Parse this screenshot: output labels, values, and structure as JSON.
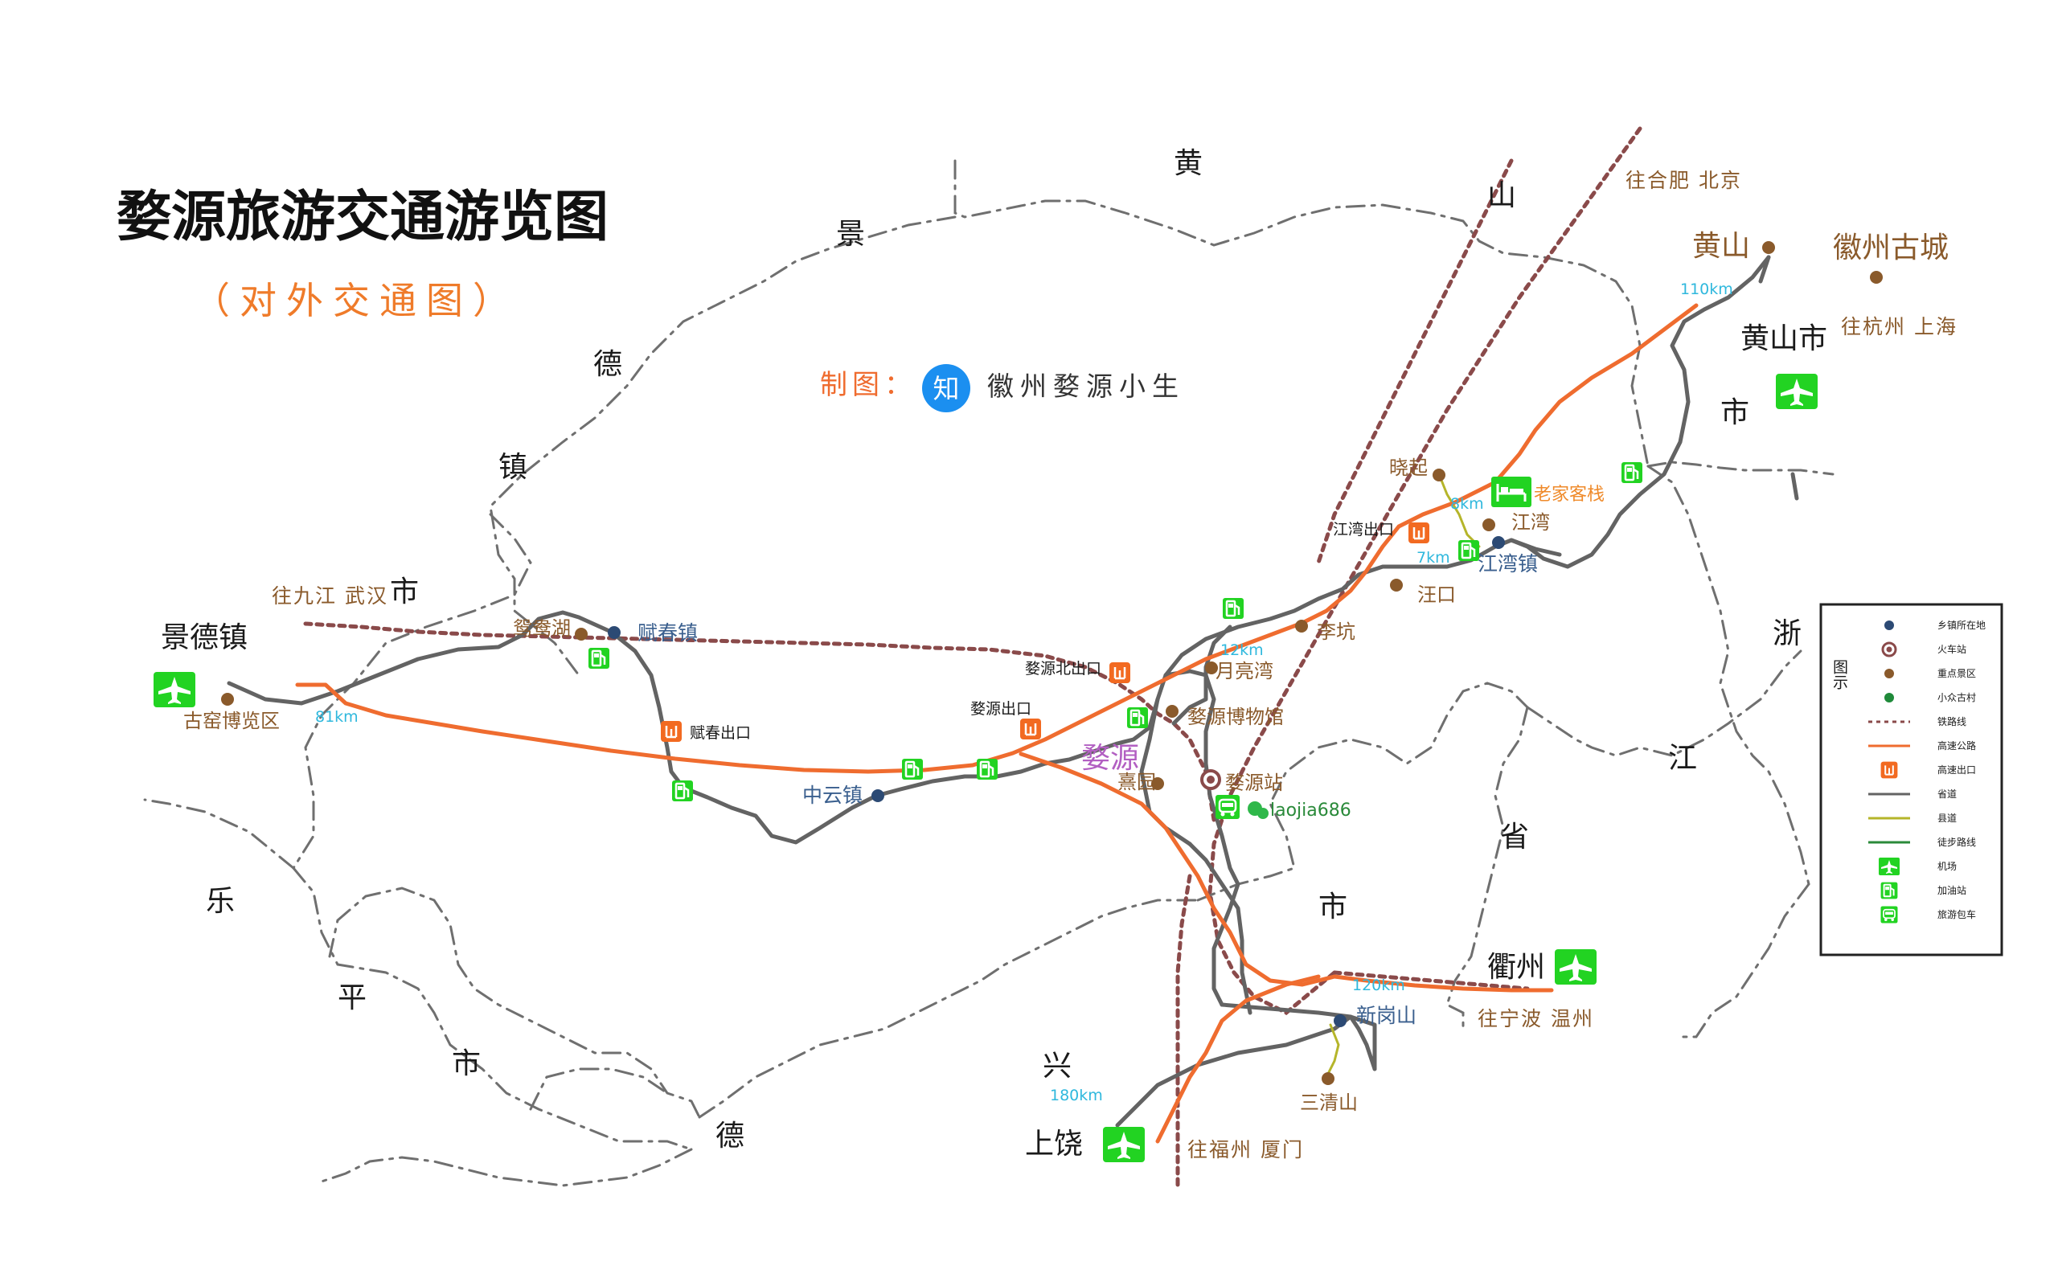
{
  "title": "婺源旅游交通游览图",
  "subtitle": "（对外交通图）",
  "credit": {
    "label": "制图：",
    "badge": "知",
    "author": "徽州婺源小生"
  },
  "colors": {
    "expressway": "#ef6c2f",
    "railway": "#8a4a4a",
    "provincial": "#636363",
    "county": "#b5b52a",
    "hiking": "#2a8a3a",
    "icon_green": "#22d322",
    "exit_orange": "#f26a21",
    "town_dot": "#2c4a74",
    "scenic_dot": "#8a5a2b",
    "village_dot": "#1f8a3a"
  },
  "regions": [
    "景",
    "德",
    "镇",
    "市",
    "乐",
    "平",
    "市",
    "德",
    "兴",
    "市",
    "黄",
    "山",
    "市",
    "浙",
    "江",
    "省"
  ],
  "cities": {
    "jingdezhen": "景德镇",
    "huangshan_city": "黄山市",
    "quzhou": "衢州",
    "shangrao": "上饶",
    "wuyuan": "婺源"
  },
  "towns": {
    "fuchun": "赋春镇",
    "zhongyun": "中云镇",
    "jiangwan_town": "江湾镇",
    "xingangshan": "新岗山"
  },
  "scenic": {
    "guyao": "古窑博览区",
    "yuanyanghu": "鸳鸯湖",
    "xiaoqi": "晓起",
    "jiangwan": "江湾",
    "wangkou": "汪口",
    "likeng": "李坑",
    "yueliangwan": "月亮湾",
    "museum": "婺源博物馆",
    "xiyuan": "熹园",
    "sanqingshan": "三清山",
    "huangshan": "黄山",
    "huizhou": "徽州古城"
  },
  "exits": {
    "fuchun": "赋春出口",
    "wuyuan": "婺源出口",
    "wuyuan_north": "婺源北出口",
    "jiangwan": "江湾出口"
  },
  "station": "婺源站",
  "hotel": "老家客栈",
  "wechat": "laojia686",
  "distances": {
    "jdz": "81km",
    "sh": "180km",
    "qz": "120km",
    "hs": "110km",
    "xq": "8km",
    "jw": "7km",
    "yl": "12km"
  },
  "directions": {
    "jiujiang": "往九江 武汉",
    "hefei": "往合肥 北京",
    "hangzhou": "往杭州   上海",
    "ningbo": "往宁波   温州",
    "fuzhou": "往福州 厦门"
  },
  "legend": {
    "title": "图示",
    "items": [
      {
        "icon": "town-dot",
        "label": "乡镇所在地"
      },
      {
        "icon": "station-marker",
        "label": "火车站"
      },
      {
        "icon": "scenic-dot",
        "label": "重点景区"
      },
      {
        "icon": "village-dot",
        "label": "小众古村"
      },
      {
        "icon": "railway-line",
        "label": "铁路线"
      },
      {
        "icon": "expressway-line",
        "label": "高速公路"
      },
      {
        "icon": "exit-icon",
        "label": "高速出口"
      },
      {
        "icon": "provincial-road-line",
        "label": "省道"
      },
      {
        "icon": "county-road-line",
        "label": "县道"
      },
      {
        "icon": "hiking-line",
        "label": "徒步路线"
      },
      {
        "icon": "airport-icon",
        "label": "机场"
      },
      {
        "icon": "gas-station-icon",
        "label": "加油站"
      },
      {
        "icon": "tour-bus-icon",
        "label": "旅游包车"
      }
    ]
  }
}
